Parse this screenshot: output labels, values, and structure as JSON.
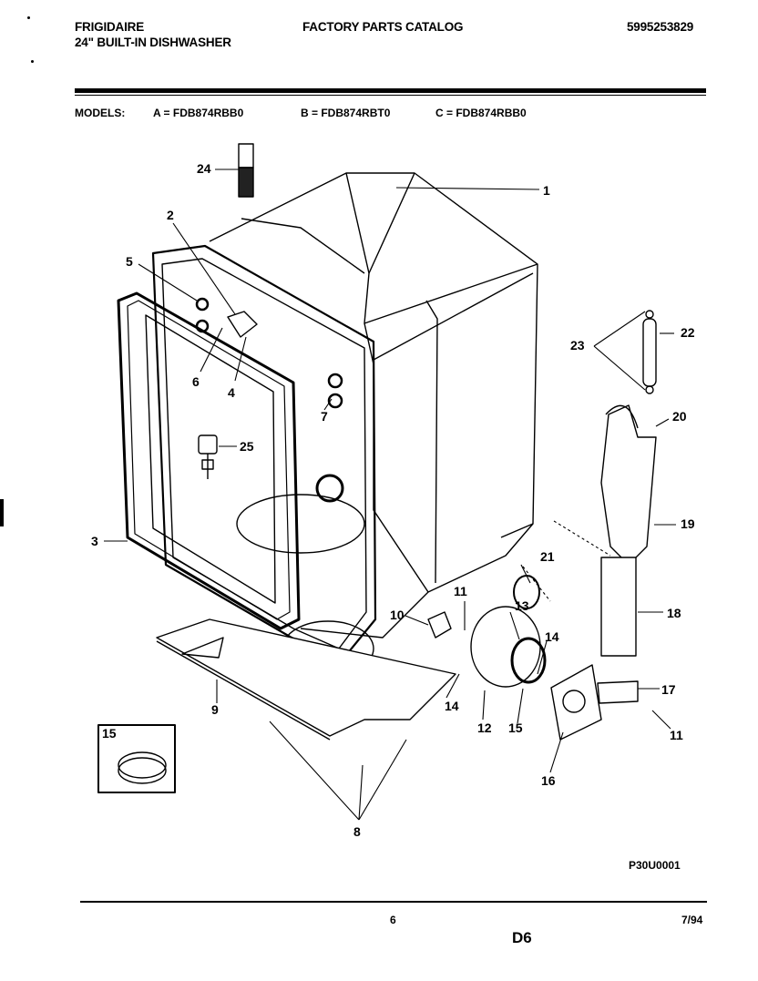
{
  "header": {
    "brand": "FRIGIDAIRE",
    "product": "24\" BUILT-IN DISHWASHER",
    "catalog_title": "FACTORY PARTS CATALOG",
    "catalog_number": "5995253829"
  },
  "models": {
    "label": "MODELS:",
    "a": "A = FDB874RBB0",
    "b": "B = FDB874RBT0",
    "c": "C = FDB874RBB0"
  },
  "callouts": [
    "24",
    "1",
    "2",
    "5",
    "6",
    "4",
    "7",
    "25",
    "3",
    "23",
    "22",
    "20",
    "19",
    "21",
    "18",
    "10",
    "11",
    "13",
    "14",
    "9",
    "15",
    "14",
    "12",
    "15",
    "17",
    "11",
    "16",
    "8"
  ],
  "figure_code": "P30U0001",
  "footer": {
    "page_number": "6",
    "date": "7/94",
    "section": "D6"
  }
}
